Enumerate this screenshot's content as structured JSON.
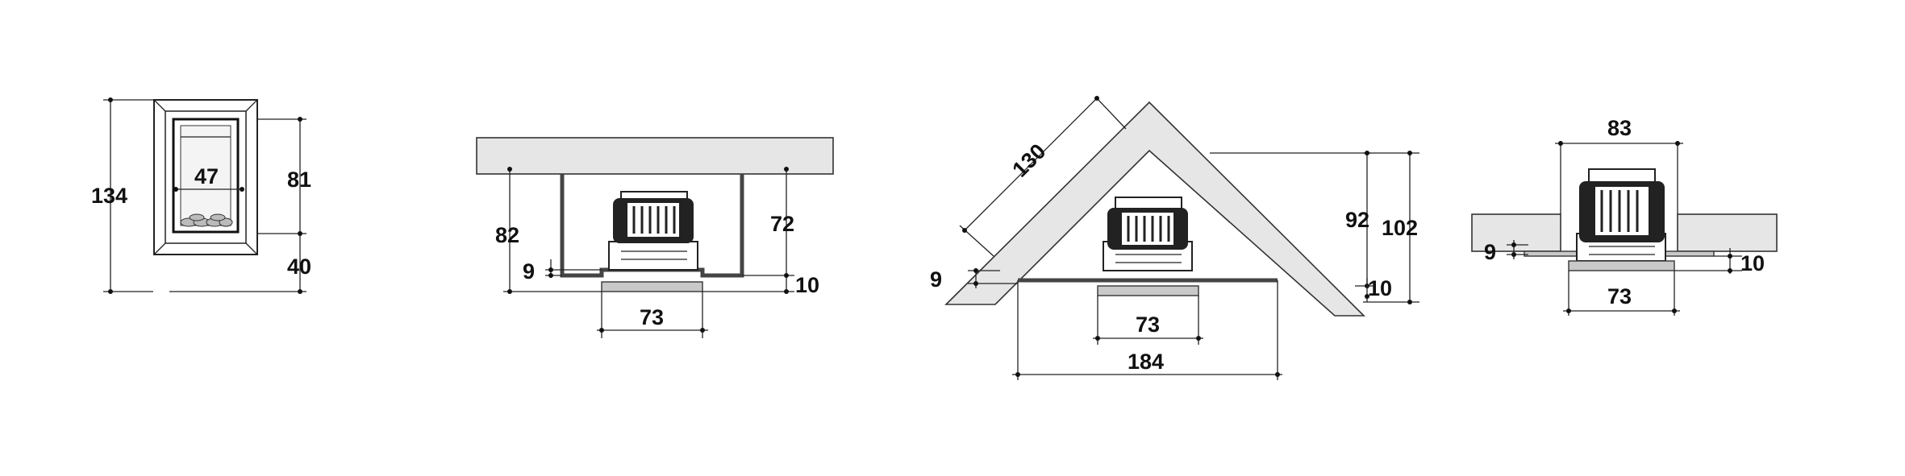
{
  "views": [
    {
      "id": "front",
      "labels": {
        "total_height": "134",
        "inner_width": "47",
        "upper_height": "81",
        "lower_height": "40"
      }
    },
    {
      "id": "wall",
      "labels": {
        "left_height": "82",
        "right_height": "72",
        "step": "9",
        "plate": "10",
        "width": "73"
      }
    },
    {
      "id": "corner",
      "labels": {
        "diagonal": "130",
        "inner_height": "92",
        "outer_height": "102",
        "step": "9",
        "plate": "10",
        "inner_width": "73",
        "outer_width": "184"
      }
    },
    {
      "id": "flush",
      "labels": {
        "opening": "83",
        "step": "9",
        "plate": "10",
        "width": "73"
      }
    }
  ],
  "colors": {
    "wall_fill": "#e6e6e6",
    "plate_fill": "#c9c9c9",
    "line": "#222222"
  }
}
